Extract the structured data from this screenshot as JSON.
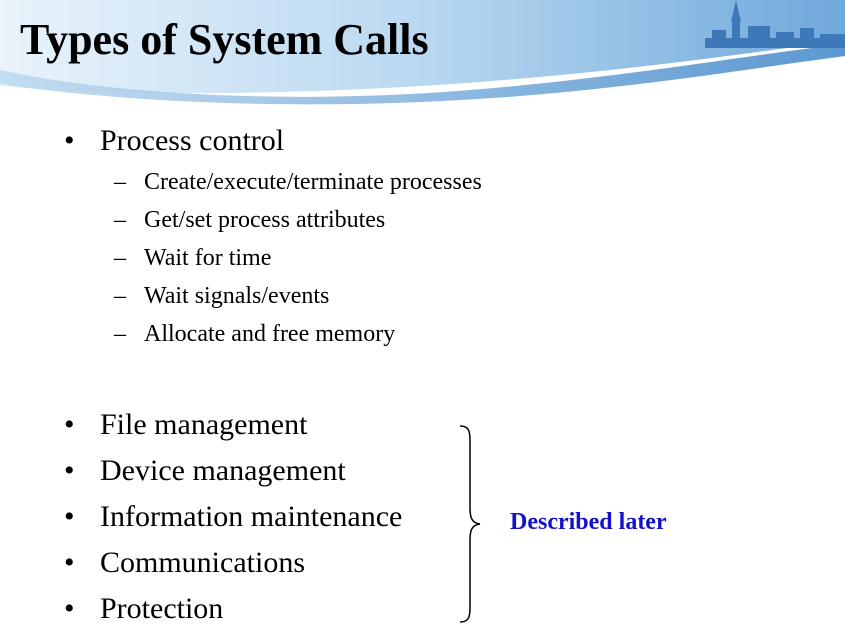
{
  "slide": {
    "title": "Types of System Calls",
    "bullet_marker": "•",
    "sub_marker": "–",
    "process_control": {
      "label": "Process control",
      "items": [
        "Create/execute/terminate processes",
        "Get/set process attributes",
        "Wait for time",
        "Wait signals/events",
        "Allocate and free memory"
      ]
    },
    "other_categories": [
      "File management",
      "Device management",
      "Information maintenance",
      "Communications",
      "Protection"
    ],
    "callout": "Described later",
    "colors": {
      "callout": "#1212c8",
      "header_light": "#dcebf7",
      "header_mid": "#9fc7ea",
      "header_dark": "#4f8fcb"
    }
  }
}
